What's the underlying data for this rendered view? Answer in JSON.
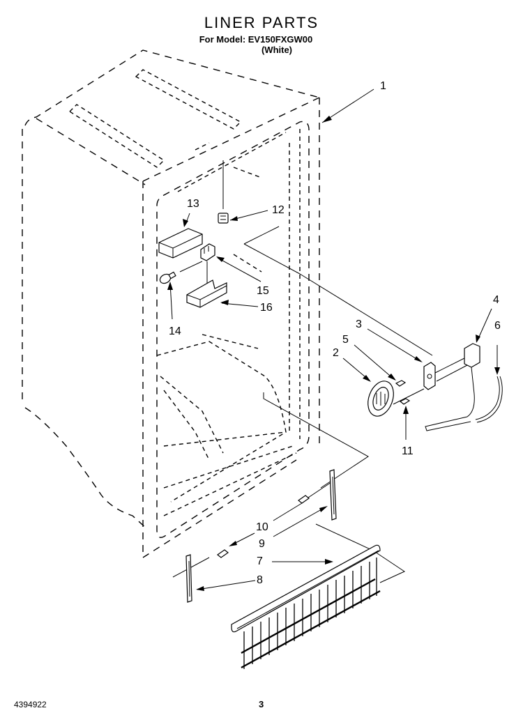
{
  "header": {
    "title": "LINER PARTS",
    "model_label": "For Model: EV150FXGW00",
    "color_label": "(White)"
  },
  "footer": {
    "document_number": "4394922",
    "page_number": "3"
  },
  "callouts": [
    {
      "id": "1",
      "label": "1",
      "part": "liner"
    },
    {
      "id": "2",
      "label": "2",
      "part": "control-knob"
    },
    {
      "id": "3",
      "label": "3",
      "part": "control-bracket-plate"
    },
    {
      "id": "4",
      "label": "4",
      "part": "thermostat"
    },
    {
      "id": "5",
      "label": "5",
      "part": "screw"
    },
    {
      "id": "6",
      "label": "6",
      "part": "capillary-tube"
    },
    {
      "id": "7",
      "label": "7",
      "part": "basket-wire-rack"
    },
    {
      "id": "8",
      "label": "8",
      "part": "left-rack-support"
    },
    {
      "id": "9",
      "label": "9",
      "part": "right-rack-support"
    },
    {
      "id": "10",
      "label": "10",
      "part": "support-screw"
    },
    {
      "id": "11",
      "label": "11",
      "part": "bracket-screw"
    },
    {
      "id": "12",
      "label": "12",
      "part": "light-switch"
    },
    {
      "id": "13",
      "label": "13",
      "part": "light-shield"
    },
    {
      "id": "14",
      "label": "14",
      "part": "light-bulb"
    },
    {
      "id": "15",
      "label": "15",
      "part": "light-socket"
    },
    {
      "id": "16",
      "label": "16",
      "part": "socket-bracket"
    }
  ]
}
